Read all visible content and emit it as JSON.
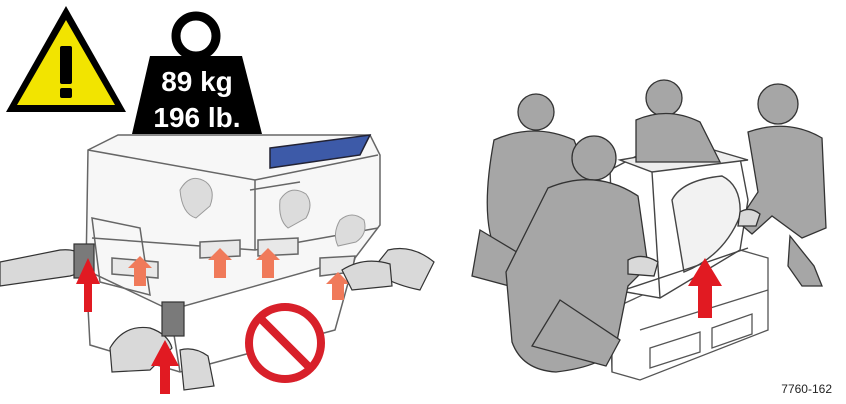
{
  "figure": {
    "weight_kg": "89 kg",
    "weight_lb": "196 lb.",
    "figure_id": "7760-162"
  },
  "colors": {
    "warning_yellow": "#f2e400",
    "arrow_red": "#e11a22",
    "arrow_orange": "#f07a5a",
    "prohibit_red": "#d8202a",
    "person_fill": "#a6a6a6",
    "printer_panel_blue": "#3d5aa8"
  },
  "icons": [
    "warning-triangle-icon",
    "weight-icon",
    "prohibited-icon",
    "lift-arrow-icon"
  ]
}
